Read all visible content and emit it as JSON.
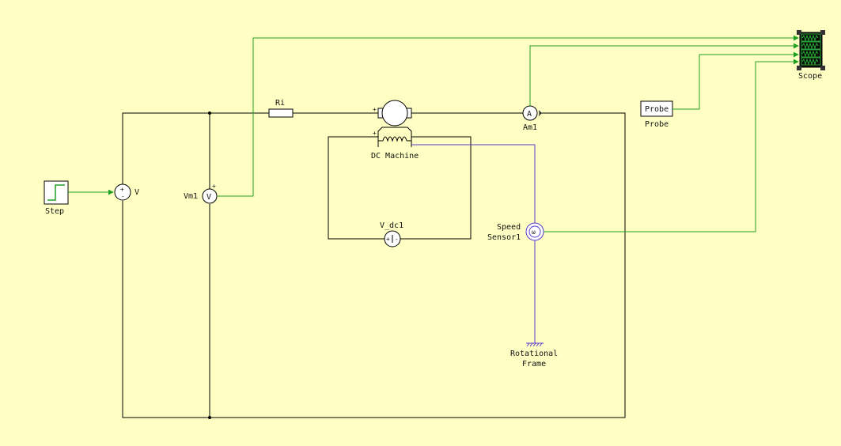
{
  "diagram": {
    "labels": {
      "step": "Step",
      "voltage_source": "V",
      "voltmeter_name": "Vm1",
      "voltmeter_symbol": "V",
      "resistor": "Ri",
      "dc_machine": "DC Machine",
      "ammeter_name": "Am1",
      "ammeter_symbol": "A",
      "dc_source": "V_dc1",
      "speed_sensor_line1": "Speed",
      "speed_sensor_line2": "Sensor1",
      "speed_sensor_symbol": "ω",
      "rotational_frame_line1": "Rotational",
      "rotational_frame_line2": "Frame",
      "probe_block": "Probe",
      "probe_name": "Probe",
      "scope": "Scope",
      "plus": "+",
      "minus": "-"
    },
    "colors": {
      "background": "#ffffc4",
      "electrical_wire": "#000000",
      "signal_wire": "#22a022",
      "mechanical_wire": "#5a3ec8",
      "scope_screen": "#0a0a0a",
      "scope_trace": "#2ecc40"
    }
  }
}
